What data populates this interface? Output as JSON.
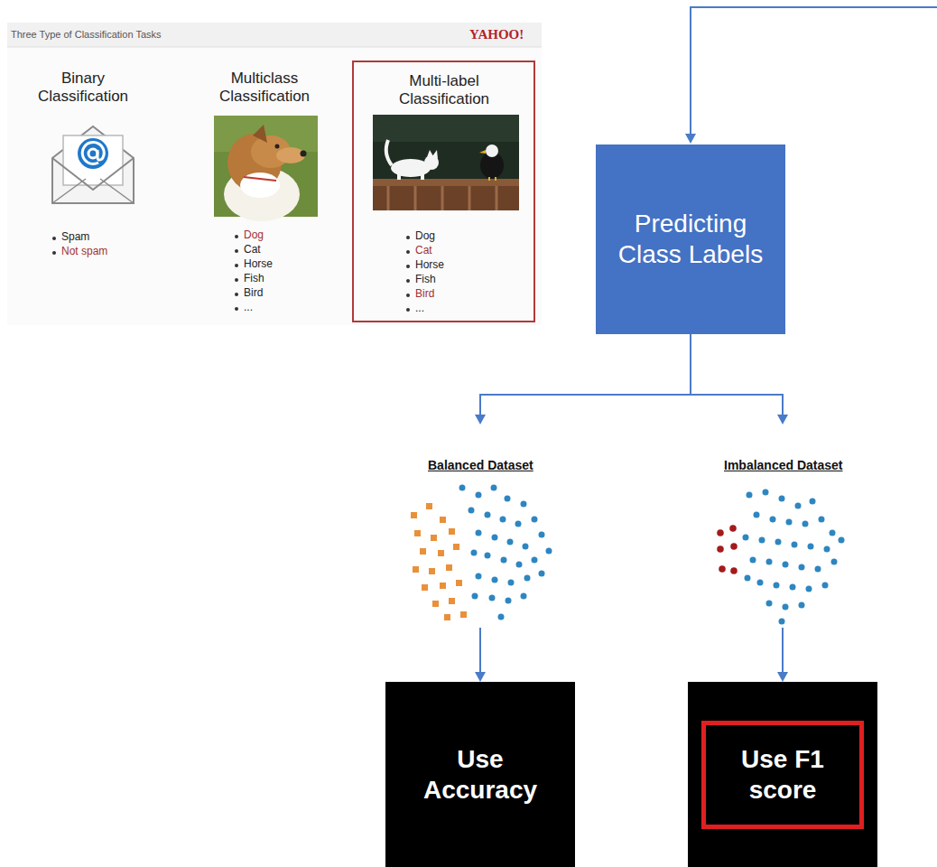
{
  "diagram": {
    "nodes": [
      {
        "text": [
          "Three Type of Classification Tasks",
          "YAHOO!",
          "Binary Classification",
          "Spam",
          "Not spam",
          "Multiclass Classification",
          "Dog",
          "Cat",
          "Horse",
          "Fish",
          "Bird",
          "..."
        ]
      },
      {
        "text": [
          "Multi-label Classification",
          "Dog",
          "Cat",
          "Horse",
          "Fish",
          "Bird",
          "..."
        ],
        "in": 0
      },
      {
        "text": [
          "Predicting Class Labels"
        ]
      },
      {
        "text": [
          "Use Accuracy"
        ]
      },
      {
        "text": [
          "Use F1 score"
        ]
      }
    ],
    "edges": [
      {
        "from": 2,
        "to": 3,
        "arrow": "to"
      },
      {
        "from": 2,
        "to": 4,
        "arrow": "to"
      }
    ],
    "labels": [
      "Balanced Dataset",
      "Imbalanced Dataset"
    ]
  }
}
